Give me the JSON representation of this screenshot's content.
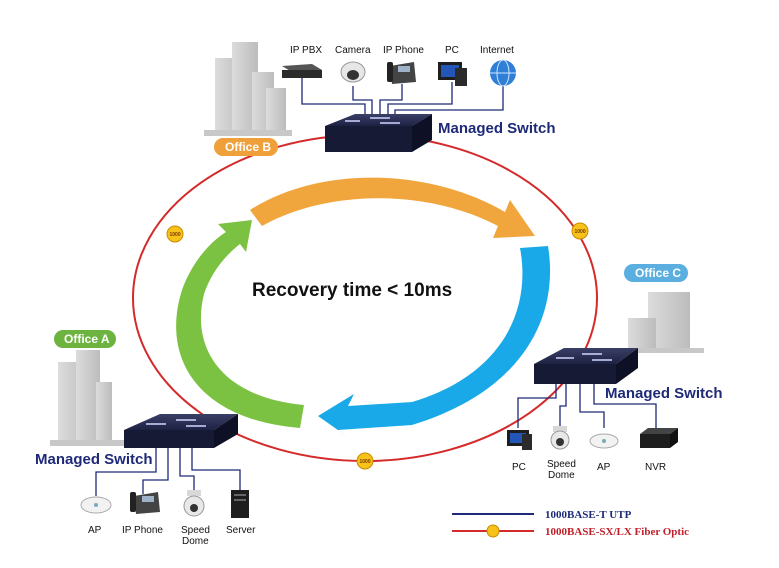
{
  "center_text": "Recovery time < 10ms",
  "offices": {
    "a": "Office A",
    "b": "Office B",
    "c": "Office C"
  },
  "switch_label": "Managed Switch",
  "office_b_devices": [
    "IP PBX",
    "Camera",
    "IP Phone",
    "PC",
    "Internet"
  ],
  "office_c_devices": [
    "PC",
    "Speed",
    "Dome",
    "AP",
    "NVR"
  ],
  "office_a_devices": [
    "AP",
    "IP Phone",
    "Speed",
    "Dome",
    "Server"
  ],
  "fiber_badge": "1000",
  "legend": {
    "utp": "1000BASE-T UTP",
    "fiber": "1000BASE-SX/LX Fiber Optic"
  },
  "colors": {
    "office_a": "#6cb33f",
    "office_b": "#f0a03a",
    "office_c": "#5aaee0",
    "ring": "#d42a2a",
    "utp_line": "#1e2a78",
    "arrow_orange": "#f0a63c",
    "arrow_blue": "#1aa9e8",
    "arrow_green": "#7cc242"
  }
}
